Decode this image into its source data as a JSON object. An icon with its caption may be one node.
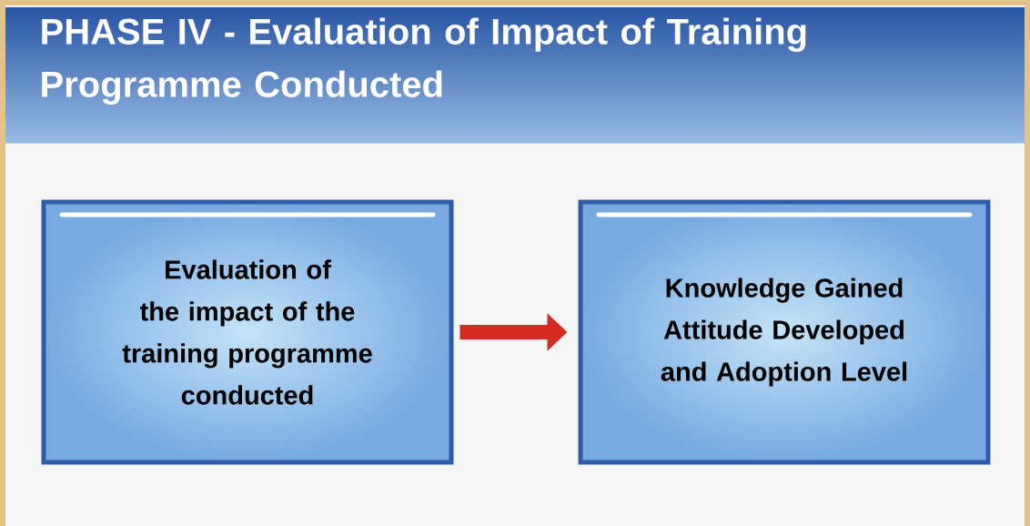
{
  "diagram": {
    "title": "PHASE IV - Evaluation of Impact of Training Programme Conducted",
    "nodes": [
      {
        "text": [
          "Evaluation of the impact of the training programme conducted"
        ]
      },
      {
        "text": [
          "Knowledge Gained Attitude Developed and Adoption Level"
        ]
      }
    ],
    "edges": [
      {
        "from": 0,
        "to": 1,
        "arrow": "to"
      }
    ]
  }
}
